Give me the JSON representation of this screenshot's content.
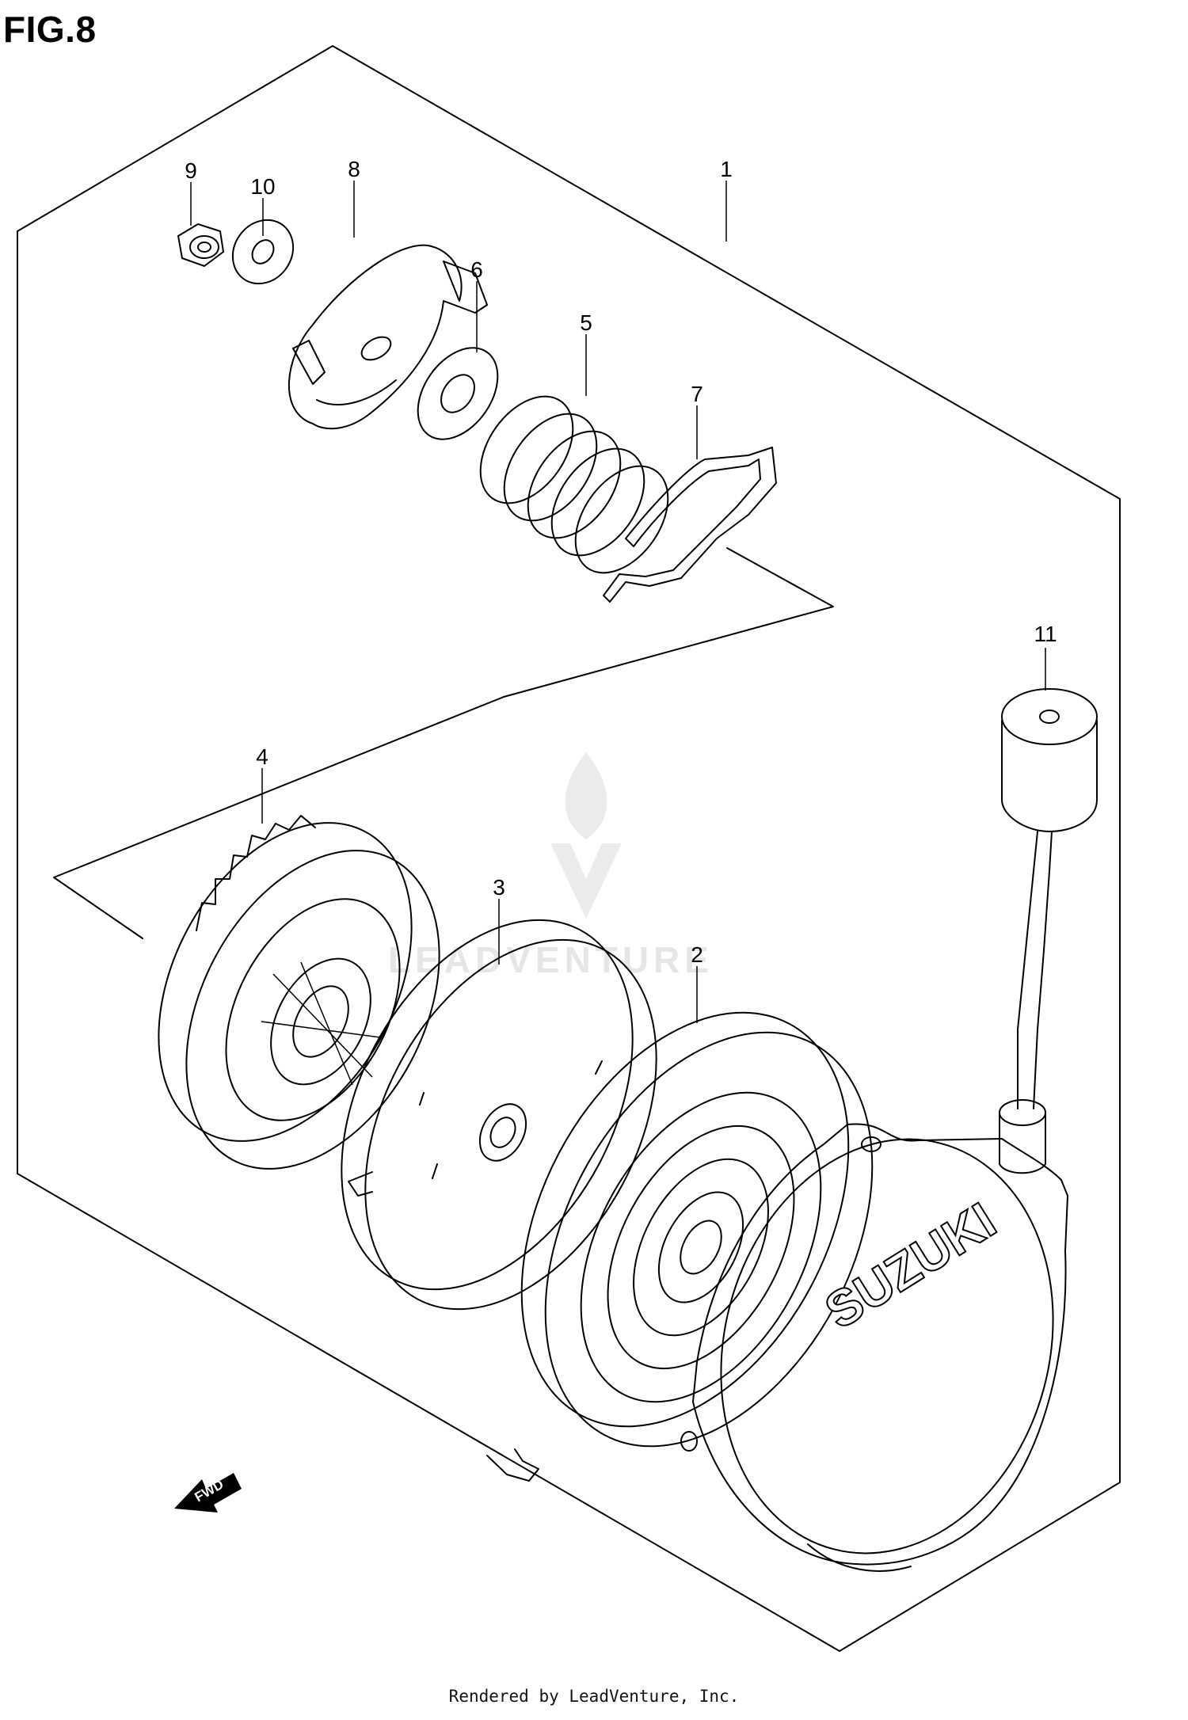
{
  "figure": {
    "title": "FIG.8",
    "footer": "Rendered by LeadVenture, Inc."
  },
  "watermark": {
    "text": "LEADVENTURE"
  },
  "parts": [
    {
      "number": "1"
    },
    {
      "number": "2"
    },
    {
      "number": "3"
    },
    {
      "number": "4"
    },
    {
      "number": "5"
    },
    {
      "number": "6"
    },
    {
      "number": "7"
    },
    {
      "number": "8"
    },
    {
      "number": "9"
    },
    {
      "number": "10"
    },
    {
      "number": "11"
    }
  ],
  "cover": {
    "brand_text": "SUZUKI"
  },
  "direction_arrow": {
    "text": "FWD",
    "icon": "fwd-arrow-icon"
  },
  "colors": {
    "line": "#000000",
    "background": "#ffffff",
    "watermark": "#e6e6e6"
  }
}
